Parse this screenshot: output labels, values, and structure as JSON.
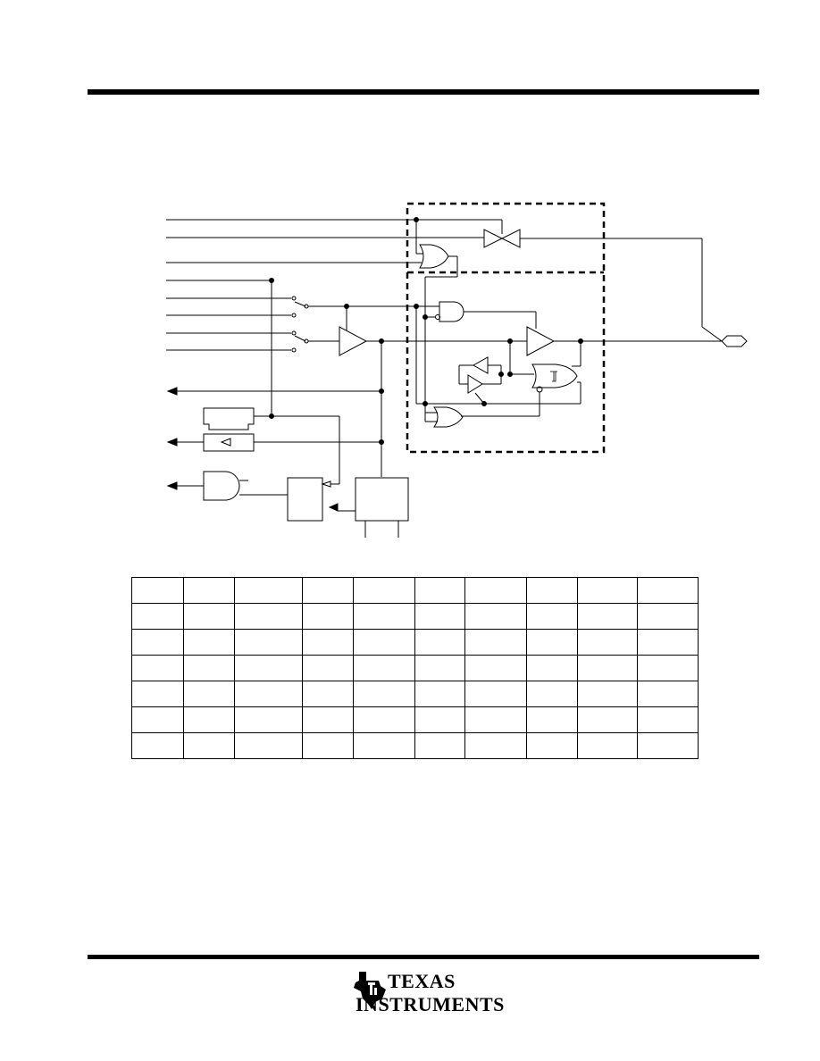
{
  "logo": {
    "name": "TEXAS INSTRUMENTS",
    "line1": "TEXAS",
    "line2": "INSTRUMENTS"
  },
  "table": {
    "rows": 7,
    "columns": 10
  },
  "colors": {
    "ink": "#000000",
    "background": "#ffffff"
  }
}
